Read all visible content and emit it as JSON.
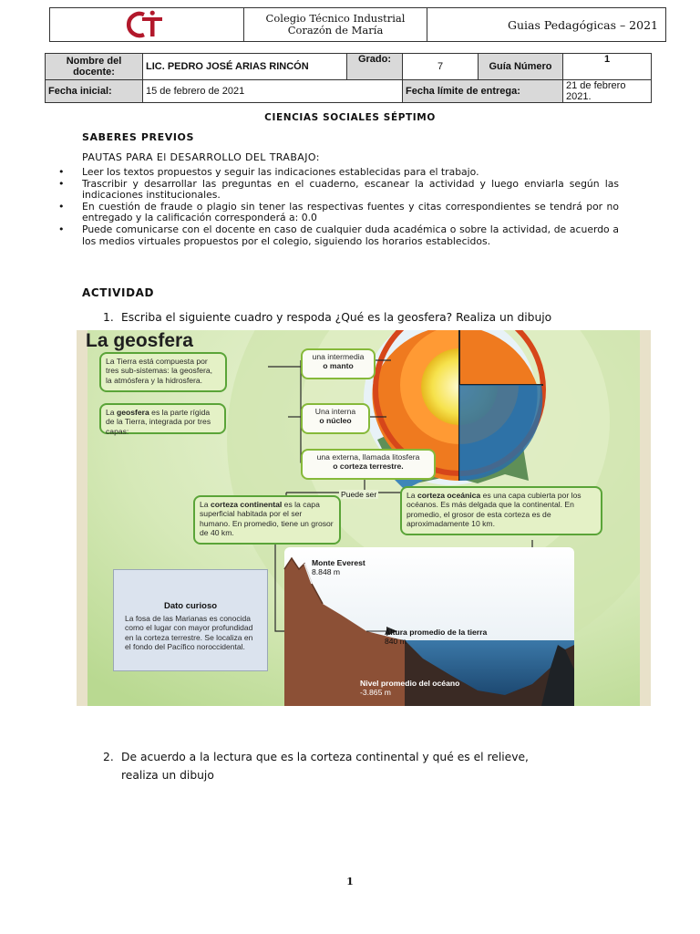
{
  "header": {
    "school_line1": "Colegio Técnico Industrial",
    "school_line2": "Corazón de María",
    "guides": "Guias Pedagógicas – 2021"
  },
  "info": {
    "teacher_label": "Nombre del docente:",
    "teacher": "LIC. PEDRO JOSÉ ARIAS RINCÓN",
    "grade_label": "Grado:",
    "grade": "7",
    "guide_label": "Guía Número",
    "guide": "1",
    "start_label": "Fecha inicial:",
    "start": "15 de febrero de 2021",
    "deadline_label": "Fecha límite de entrega:",
    "deadline": "21 de febrero 2021."
  },
  "title": "CIENCIAS SOCIALES SÉPTIMO",
  "saberes": "SABERES PREVIOS",
  "pautas": "PAUTAS PARA El DESARROLLO DEL TRABAJO:",
  "rules": [
    "Leer los textos propuestos y seguir las indicaciones establecidas para el trabajo.",
    "Trascribir y desarrollar las preguntas en el cuaderno, escanear la actividad y luego  enviarla según las indicaciones institucionales.",
    "En cuestión de fraude o plagio sin tener las respectivas fuentes y citas correspondientes se tendrá por no entregado y la calificación corresponderá a: 0.0",
    "Puede comunicarse con el docente en caso de cualquier duda académica o sobre la actividad, de acuerdo a los medios virtuales propuestos por el colegio, siguiendo los horarios establecidos."
  ],
  "activity": "ACTIVIDAD",
  "q1": {
    "num": "1.",
    "text": "Escriba el siguiente cuadro y respoda ¿Qué es la geosfera? Realiza un dibujo"
  },
  "q2": {
    "num": "2.",
    "text1": "De acuerdo a la lectura que es la corteza continental y qué es el relieve,",
    "text2": "realiza un dibujo"
  },
  "figure": {
    "title": "La geosfera",
    "intro": "La Tierra está compuesta por tres sub-sistemas: la geosfera, la atmósfera y la hidrosfera.",
    "geo_a": "La ",
    "geo_b": "geosfera",
    "geo_c": " es la parte rígida de la Tierra, integrada por tres capas:",
    "manto_a": "una intermedia",
    "manto_b": "o manto",
    "nucleo_a": "Una interna",
    "nucleo_b": "o núcleo",
    "corteza_a": "una externa, llamada litosfera",
    "corteza_b": "o corteza terrestre.",
    "puede_ser": "Puede ser",
    "cont_a": "La ",
    "cont_b": "corteza continental",
    "cont_c": " es la capa superficial habitada por el ser humano. En promedio, tiene un grosor de 40 km.",
    "oce_a": "La ",
    "oce_b": "corteza oceánica",
    "oce_c": " es una capa cubierta por los océanos. Es más delgada que la continental. En promedio, el grosor de esta corteza es de aproximadamente 10 km.",
    "dato_title": "Dato curioso",
    "dato_text": "La fosa de las Marianas es conocida como el lugar con mayor profundidad en la corteza terrestre. Se localiza en el fondo del Pacífico noroccidental.",
    "everest_name": "Monte Everest",
    "everest_val": "8.848 m",
    "land_name": "Altura promedio de la tierra",
    "land_val": "840 m",
    "ocean_name": "Nivel promedio del océano",
    "ocean_val": "-3.865 m"
  },
  "page_number": "1"
}
